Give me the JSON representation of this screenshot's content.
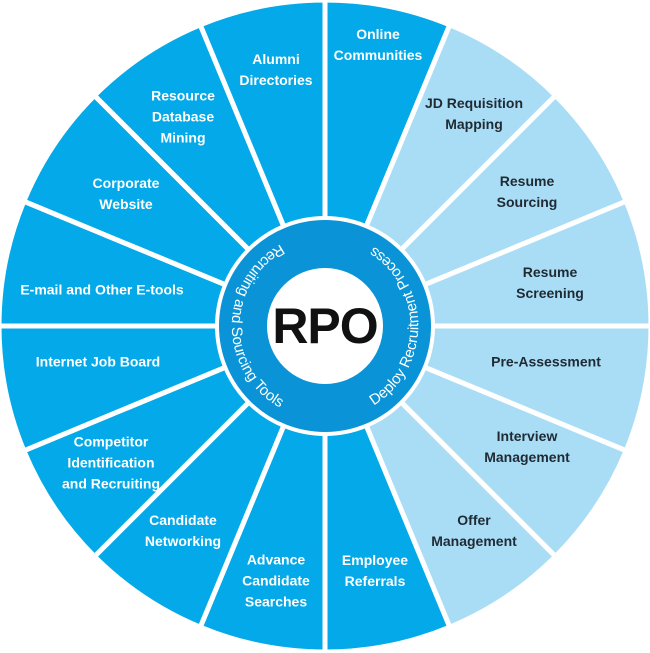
{
  "center": {
    "title": "RPO",
    "left_ring_text": "Recruiting and Sourcing Tools",
    "right_ring_text": "Deploy Recruitment Process"
  },
  "colors": {
    "dark_segment": "#03a9e8",
    "light_segment": "#a9ddf6",
    "ring": "#0a93d6",
    "divider": "#ffffff",
    "center": "#ffffff"
  },
  "segments": [
    {
      "lines": [
        "Online",
        "Communities"
      ],
      "tone": "dark"
    },
    {
      "lines": [
        "JD Requisition",
        "Mapping"
      ],
      "tone": "light"
    },
    {
      "lines": [
        "Resume",
        "Sourcing"
      ],
      "tone": "light"
    },
    {
      "lines": [
        "Resume",
        "Screening"
      ],
      "tone": "light"
    },
    {
      "lines": [
        "Pre-Assessment"
      ],
      "tone": "light"
    },
    {
      "lines": [
        "Interview",
        "Management"
      ],
      "tone": "light"
    },
    {
      "lines": [
        "Offer",
        "Management"
      ],
      "tone": "light"
    },
    {
      "lines": [
        "Employee",
        "Referrals"
      ],
      "tone": "dark"
    },
    {
      "lines": [
        "Advance",
        "Candidate",
        "Searches"
      ],
      "tone": "dark"
    },
    {
      "lines": [
        "Candidate",
        "Networking"
      ],
      "tone": "dark"
    },
    {
      "lines": [
        "Competitor",
        "Identification",
        "and Recruiting"
      ],
      "tone": "dark"
    },
    {
      "lines": [
        "Internet Job Board"
      ],
      "tone": "dark"
    },
    {
      "lines": [
        "E-mail and Other E-tools"
      ],
      "tone": "dark"
    },
    {
      "lines": [
        "Corporate",
        "Website"
      ],
      "tone": "dark"
    },
    {
      "lines": [
        "Resource",
        "Database",
        "Mining"
      ],
      "tone": "dark"
    },
    {
      "lines": [
        "Alumni",
        "Directories"
      ],
      "tone": "dark"
    }
  ]
}
